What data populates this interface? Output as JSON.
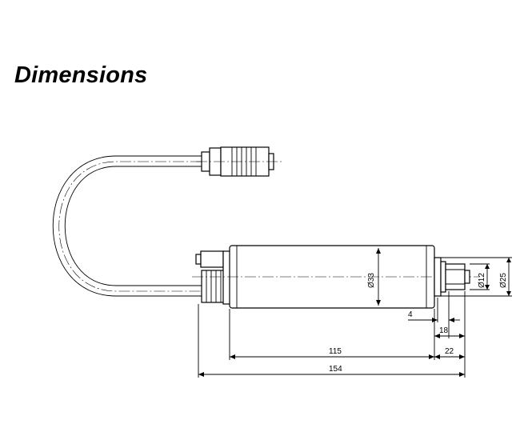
{
  "title": "Dimensions",
  "dimensions": {
    "d4": "4",
    "d18": "18",
    "d115": "115",
    "d22": "22",
    "d154": "154",
    "dia33": "Ø33",
    "dia12": "Ø12",
    "dia25": "Ø25"
  }
}
